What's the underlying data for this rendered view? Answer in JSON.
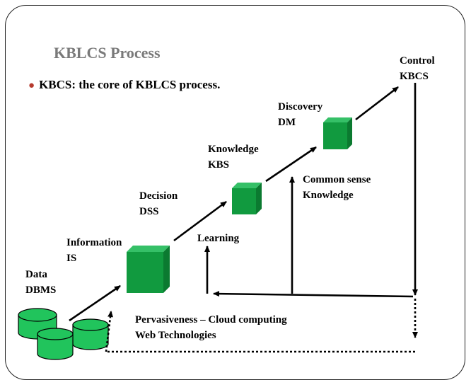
{
  "slide": {
    "title": "KBLCS Process",
    "bullet": "KBCS: the core of KBLCS process."
  },
  "labels": {
    "data": [
      "Data",
      "DBMS"
    ],
    "information": [
      "Information",
      "IS"
    ],
    "decision": [
      "Decision",
      "DSS"
    ],
    "knowledge": [
      "Knowledge",
      "KBS"
    ],
    "discovery": [
      "Discovery",
      "DM"
    ],
    "control": [
      "Control",
      "KBCS"
    ],
    "common_sense": [
      "Common sense",
      "Knowledge"
    ],
    "learning": "Learning",
    "pervasiveness": [
      "Pervasiveness – Cloud computing",
      "Web Technologies"
    ]
  },
  "colors": {
    "cube_front": "#119a3f",
    "cube_top": "#35c067",
    "cube_side": "#0b7a30",
    "cylinder": "#21c45c",
    "title": "#7a7a7a",
    "bullet_marker": "#b63b2e"
  }
}
